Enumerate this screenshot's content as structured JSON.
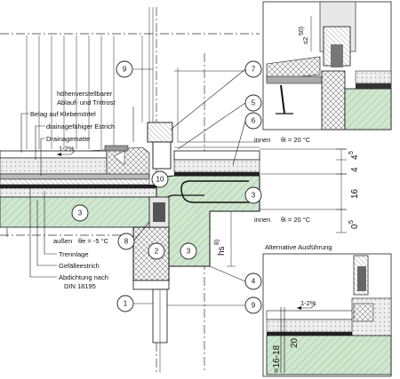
{
  "callouts": [
    "1",
    "2",
    "3",
    "4",
    "5",
    "6",
    "7",
    "8",
    "9",
    "10"
  ],
  "labels": {
    "drain": "höhenverstellbarer",
    "drain2": "Ablauf- und Trittrost",
    "belag": "Belag auf Klebemörtel",
    "estrich": "drainagefähiger Estrich",
    "matte": "Drainagematte",
    "slope_main": "1-2%",
    "trennlage": "Trennlage",
    "gefaelle": "Gefälleestrich",
    "abdichtung": "Abdichtung nach",
    "abdichtung2": "DIN 18195",
    "innen_top": "innen",
    "theta_top": "θi = 20 °C",
    "innen_bottom": "innen",
    "theta_bottom": "θi = 20 °C",
    "aussen": "außen",
    "theta_out": "θe = -5 °C",
    "hs": "hs",
    "hs_sup": "8)",
    "alt_title": "Alternative Ausführung",
    "slope_alt": "1-2%"
  },
  "dims": {
    "d1": "4",
    "d1_sup": "5",
    "d2": "4",
    "d3": "16",
    "d4": "0",
    "d4_sup": "5",
    "detail_top": "≤2",
    "detail_top_sup": "50)",
    "alt_a": "≈16-18",
    "alt_b": "20"
  }
}
